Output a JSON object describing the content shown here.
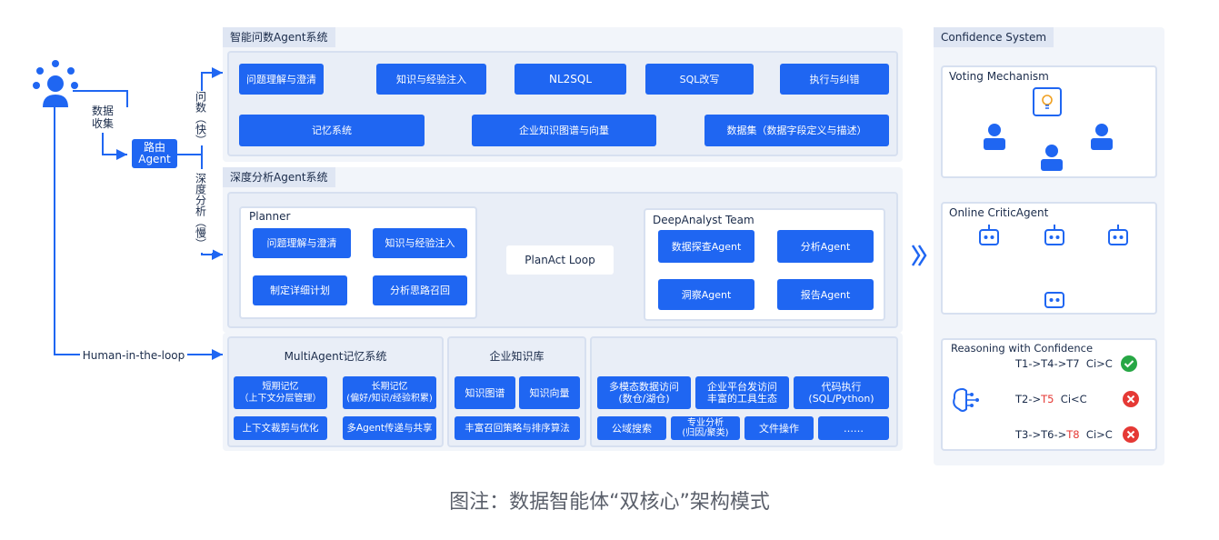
{
  "left": {
    "collect_label": "数据\n收集",
    "router_label": "路由\nAgent",
    "fast_label": "问数（快）",
    "deep_label": "深度分析（慢）",
    "hitl_label": "Human-in-the-loop"
  },
  "nl": {
    "title": "智能问数Agent系统",
    "steps": [
      "问题理解与澄清",
      "知识与经验注入",
      "NL2SQL",
      "SQL改写",
      "执行与纠错"
    ],
    "bottom": [
      "记忆系统",
      "企业知识图谱与向量",
      "数据集（数据字段定义与描述）"
    ]
  },
  "deep": {
    "title": "深度分析Agent系统",
    "planner_title": "Planner",
    "planner_steps": [
      "问题理解与澄清",
      "知识与经验注入",
      "分析思路召回",
      "制定详细计划"
    ],
    "loop_label": "PlanAct Loop",
    "team_title": "DeepAnalyst Team",
    "team": [
      "数据探查Agent",
      "分析Agent",
      "洞察Agent",
      "报告Agent"
    ]
  },
  "memory": {
    "title": "MultiAgent记忆系统",
    "short": "短期记忆\n（上下文分层管理）",
    "long": "长期记忆\n(偏好/知识/经验积累)",
    "crop": "上下文裁剪与优化",
    "share": "多Agent传递与共享"
  },
  "kb": {
    "title": "企业知识库",
    "graph": "知识图谱",
    "vector": "知识向量",
    "rank": "丰富召回策略与排序算法"
  },
  "tools": {
    "items": [
      "多模态数据访问\n(数仓/湖仓)",
      "企业平台发访问\n丰富的工具生态",
      "代码执行\n(SQL/Python)",
      "公域搜索",
      "专业分析\n(归因/聚类)",
      "文件操作",
      "……"
    ]
  },
  "confidence": {
    "title": "Confidence System",
    "voting": "Voting Mechanism",
    "critic": "Online CriticAgent",
    "reasoning": "Reasoning with Confidence",
    "paths": [
      {
        "pre": "T1->T4->T7",
        "red": "",
        "cond": "Ci>C",
        "status": "ok"
      },
      {
        "pre": "T2->",
        "red": "T5",
        "cond": "Ci<C",
        "status": "fail"
      },
      {
        "pre": "T3->T6->",
        "red": "T8",
        "cond": "Ci>C",
        "status": "fail"
      }
    ],
    "colors": {
      "ok": "#27a745",
      "fail": "#e53935",
      "red_text": "#e53935"
    }
  },
  "caption": "图注：数据智能体“双核心”架构模式",
  "colors": {
    "accent": "#1f66f2",
    "panel": "#f2f5fa"
  }
}
